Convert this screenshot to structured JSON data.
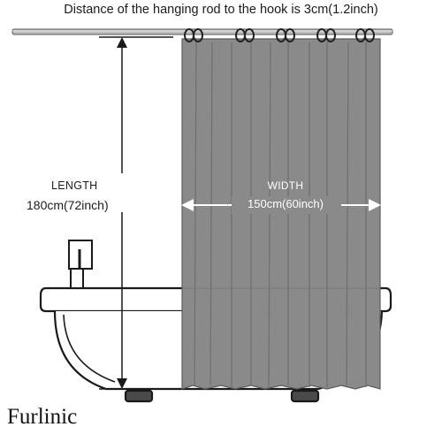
{
  "rod_note": "Distance of the hanging rod to the hook is 3cm(1.2inch)",
  "length": {
    "title": "LENGTH",
    "value": "180cm(72inch)"
  },
  "width": {
    "title": "WIDTH",
    "value": "150cm(60inch)"
  },
  "brand": "Furlinic",
  "colors": {
    "curtain": "#8a8a8a",
    "curtain_fold": "#6e6e6e",
    "outline": "#1a1a1a",
    "rod": "#bdbdbd",
    "arrow_white": "#ffffff",
    "background": "#ffffff"
  }
}
